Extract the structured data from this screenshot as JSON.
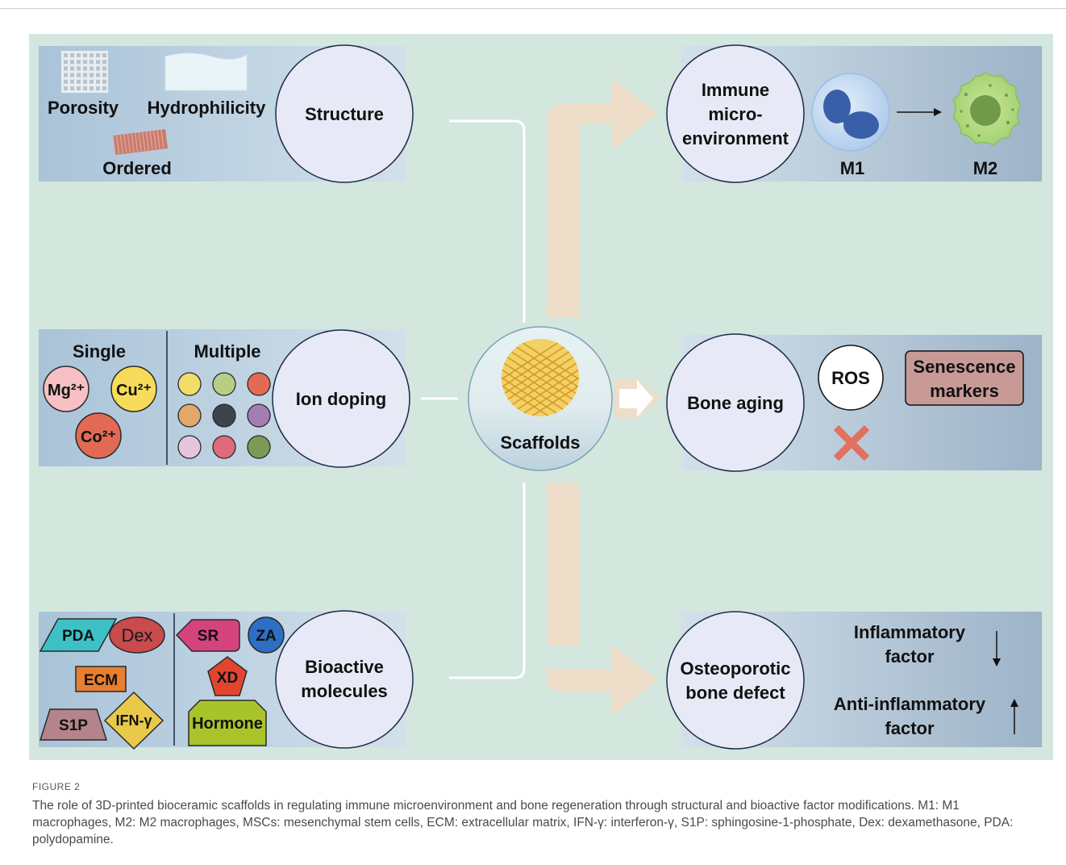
{
  "colors": {
    "background": "#d3e7df",
    "panel_left": "#b7ccde",
    "panel_right": "#9eb4c9",
    "circle_fill": "#e8e9f6",
    "circle_stroke": "#1d2c4a",
    "arrow": "#eeddc8",
    "ros_fill": "#ffffff",
    "senescence_fill": "#c79a96",
    "cross": "#e2705f"
  },
  "center": {
    "label": "Scaffolds",
    "icon": "scaffold-lattice-icon"
  },
  "left": {
    "structure": {
      "circle_label": "Structure",
      "items": [
        {
          "label": "Porosity",
          "icon": "porous-grid-icon"
        },
        {
          "label": "Hydrophilicity",
          "icon": "surface-film-icon"
        },
        {
          "label": "Ordered",
          "icon": "ordered-fibers-icon"
        }
      ]
    },
    "ion_doping": {
      "circle_label": "Ion doping",
      "single_label": "Single",
      "multiple_label": "Multiple",
      "single_ions": [
        {
          "label": "Mg²⁺",
          "color": "#f6c0c5"
        },
        {
          "label": "Cu²⁺",
          "color": "#f6dc5a"
        },
        {
          "label": "Co²⁺",
          "color": "#e26a55"
        }
      ],
      "multiple_colors": [
        "#f2dc6a",
        "#b5cf86",
        "#e26a55",
        "#e0a86a",
        "#3c4450",
        "#a47db3",
        "#e3c6dd",
        "#e06a7c",
        "#7c9a56"
      ]
    },
    "bioactive": {
      "circle_label_line1": "Bioactive",
      "circle_label_line2": "molecules",
      "group1": [
        {
          "label": "PDA",
          "shape": "parallelogram",
          "color": "#3ec1c6"
        },
        {
          "label": "Dex",
          "shape": "ellipse",
          "color": "#c94b4b"
        },
        {
          "label": "ECM",
          "shape": "rectangle",
          "color": "#e87f2f"
        },
        {
          "label": "S1P",
          "shape": "trapezoid",
          "color": "#b5838b"
        },
        {
          "label": "IFN-γ",
          "shape": "diamond",
          "color": "#e8c94a"
        }
      ],
      "group2": [
        {
          "label": "SR",
          "shape": "tag",
          "color": "#d5437e"
        },
        {
          "label": "ZA",
          "shape": "circle",
          "color": "#2d6fc4"
        },
        {
          "label": "XD",
          "shape": "pentagon",
          "color": "#e2452f"
        },
        {
          "label": "Hormone",
          "shape": "octagon",
          "color": "#a9c42a"
        }
      ]
    }
  },
  "right": {
    "immune": {
      "circle_lines": [
        "Immune",
        "micro-",
        "environment"
      ],
      "m1_label": "M1",
      "m2_label": "M2",
      "m1_icon": "m1-macrophage-icon",
      "m2_icon": "m2-macrophage-icon"
    },
    "aging": {
      "circle_label": "Bone aging",
      "ros_label": "ROS",
      "senescence_line1": "Senescence",
      "senescence_line2": "markers",
      "cross_icon": "cross-mark-icon"
    },
    "defect": {
      "circle_line1": "Osteoporotic",
      "circle_line2": "bone defect",
      "inflammatory_line1": "Inflammatory",
      "inflammatory_line2": "factor",
      "anti_line1": "Anti-inflammatory",
      "anti_line2": "factor",
      "down_arrow": "↓",
      "up_arrow": "↑"
    }
  },
  "caption": {
    "figure_number": "FIGURE 2",
    "text": "The role of 3D-printed bioceramic scaffolds in regulating immune microenvironment and bone regeneration through structural and bioactive factor modifications. M1: M1 macrophages, M2: M2 macrophages, MSCs: mesenchymal stem cells, ECM: extracellular matrix, IFN-γ: interferon-γ, S1P: sphingosine-1-phosphate, Dex: dexamethasone, PDA: polydopamine."
  }
}
